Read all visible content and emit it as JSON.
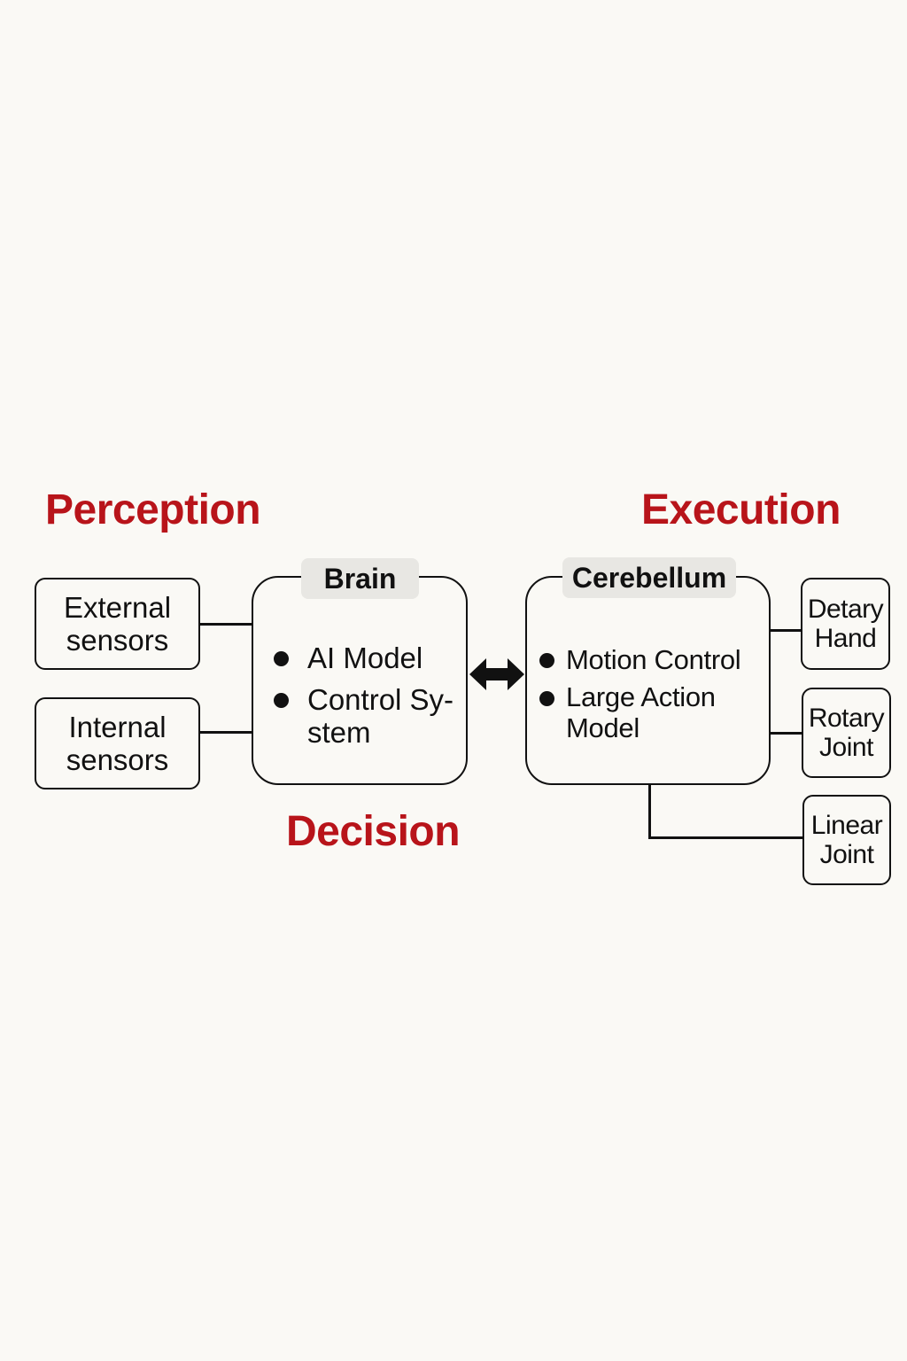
{
  "sections": {
    "perception": "Perception",
    "execution": "Execution",
    "decision": "Decision"
  },
  "perception_boxes": [
    {
      "label": "External\nsensors"
    },
    {
      "label": "Internal\nsensors"
    }
  ],
  "brain": {
    "title": "Brain",
    "items": [
      "AI Model",
      "Control Sy-\nstem"
    ]
  },
  "cerebellum": {
    "title": "Cerebellum",
    "items": [
      "Motion Control",
      "Large Action\nModel"
    ]
  },
  "execution_boxes": [
    {
      "label": "Detary\nHand"
    },
    {
      "label": "Rotary\nJoint"
    },
    {
      "label": "Linear\nJoint"
    }
  ],
  "connector": {
    "type": "bidirectional-arrow"
  },
  "colors": {
    "accent": "#b8141a",
    "stroke": "#111111",
    "background": "#faf9f5",
    "tag_background": "#e8e7e3"
  }
}
